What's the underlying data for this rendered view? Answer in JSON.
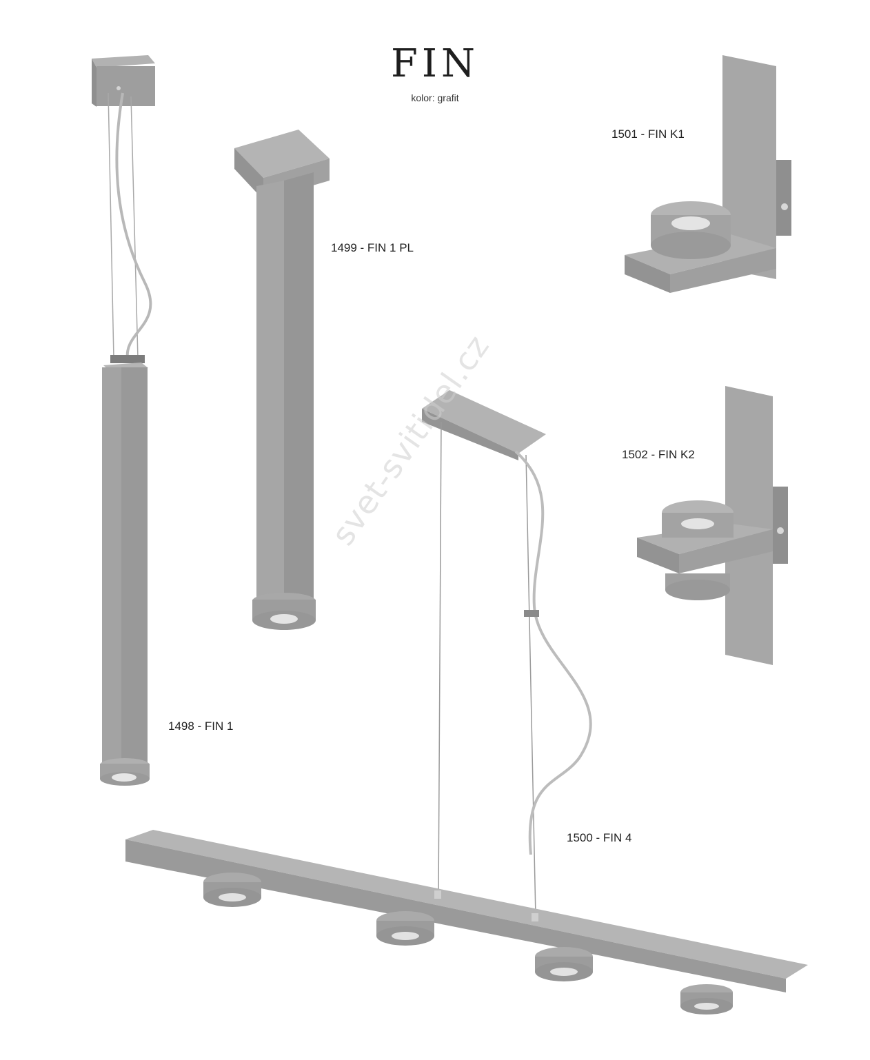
{
  "header": {
    "title": "FIN",
    "subtitle": "kolor: grafit"
  },
  "products": [
    {
      "label": "1498 - FIN 1"
    },
    {
      "label": "1499 - FIN 1 PL"
    },
    {
      "label": "1500 - FIN 4"
    },
    {
      "label": "1501 - FIN K1"
    },
    {
      "label": "1502 - FIN K2"
    }
  ],
  "watermark": "svet-svitidel.cz",
  "colors": {
    "metal": "#a4a4a4",
    "metal_dark": "#8c8c8c",
    "metal_light": "#bdbdbd"
  }
}
